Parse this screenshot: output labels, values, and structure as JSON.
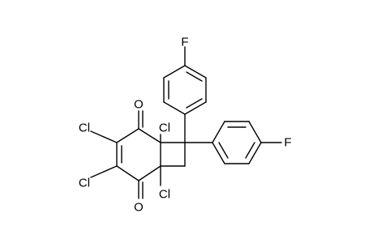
{
  "structure": {
    "atoms": {
      "f_top": "F",
      "f_right": "F",
      "o_top": "O",
      "o_bottom": "O",
      "cl_ring_top": "Cl",
      "cl_ring_bottom": "Cl",
      "cl_alkene_top": "Cl",
      "cl_alkene_bottom": "Cl"
    },
    "colors": {
      "bond": "#000000",
      "label": "#000000",
      "background": "#ffffff"
    }
  }
}
